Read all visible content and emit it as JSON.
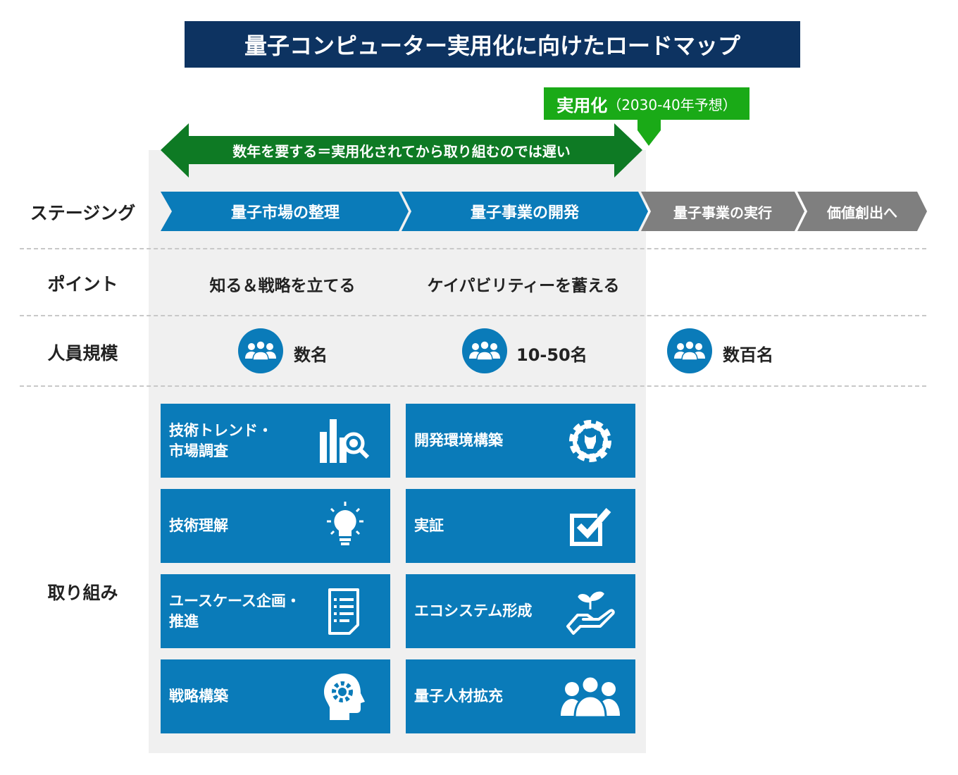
{
  "title": "量子コンピューター実用化に向けたロードマップ",
  "milestone": {
    "strong": "実用化",
    "detail": "（2030-40年予想）"
  },
  "span_arrow": "数年を要する＝実用化されてから取り組むのでは遅い",
  "rows": {
    "staging": "ステージング",
    "point": "ポイント",
    "headcount": "人員規模",
    "initiatives": "取り組み"
  },
  "stages": [
    "量子市場の整理",
    "量子事業の開発",
    "量子事業の実行",
    "価値創出へ"
  ],
  "points": [
    "知る＆戦略を立てる",
    "ケイパビリティーを蓄える"
  ],
  "headcounts": [
    "数名",
    "10-50名",
    "数百名"
  ],
  "cards": [
    {
      "label": "技術トレンド・\n市場調査",
      "icon": "chart-search-icon"
    },
    {
      "label": "開発環境構築",
      "icon": "gear-wrench-icon"
    },
    {
      "label": "技術理解",
      "icon": "lightbulb-icon"
    },
    {
      "label": "実証",
      "icon": "checkbox-icon"
    },
    {
      "label": "ユースケース企画・\n推進",
      "icon": "document-list-icon"
    },
    {
      "label": "エコシステム形成",
      "icon": "sprout-hand-icon"
    },
    {
      "label": "戦略構築",
      "icon": "head-gear-icon"
    },
    {
      "label": "量子人材拡充",
      "icon": "people-icon"
    }
  ],
  "colors": {
    "navy": "#0d3361",
    "dark_green": "#0e7a24",
    "green": "#1aaa17",
    "blue": "#0a7bb9",
    "gray": "#7f7f7f"
  }
}
